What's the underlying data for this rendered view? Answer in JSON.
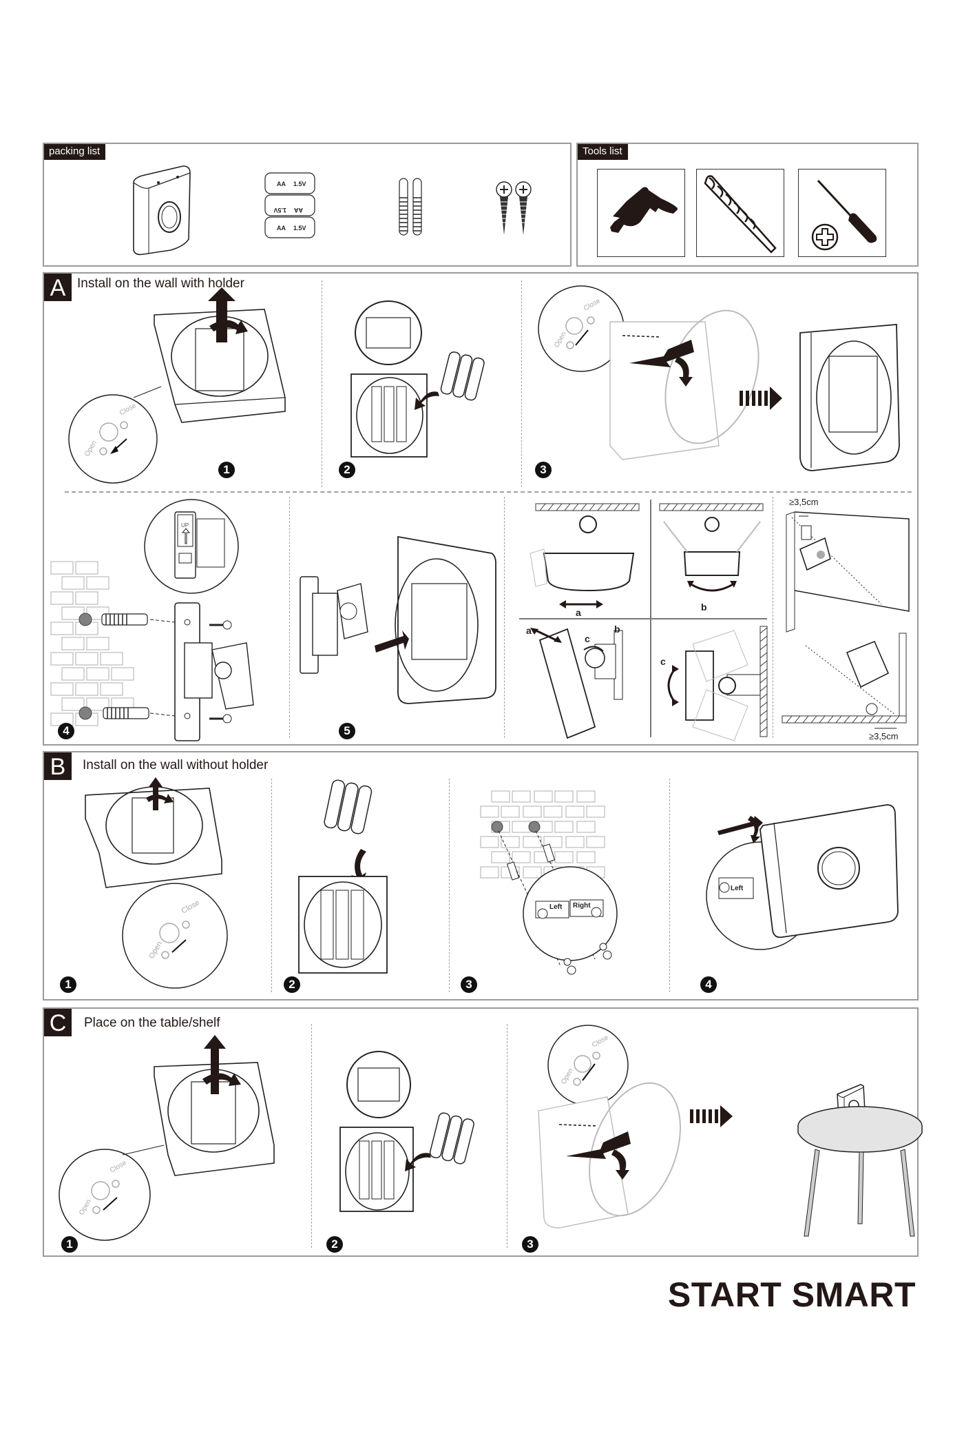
{
  "packing_list": {
    "label": "packing list",
    "items": [
      {
        "name": "sensor-device"
      },
      {
        "name": "aa-batteries",
        "battery_labels": [
          "AA",
          "1.5V"
        ]
      },
      {
        "name": "wall-anchors"
      },
      {
        "name": "screws"
      }
    ]
  },
  "tools_list": {
    "label": "Tools list",
    "items": [
      {
        "name": "electric-drill"
      },
      {
        "name": "drill-bit"
      },
      {
        "name": "phillips-screwdriver"
      }
    ]
  },
  "section_a": {
    "letter": "A",
    "title": "Install on the wall with holder",
    "steps": [
      "1",
      "2",
      "3",
      "4",
      "5"
    ],
    "callout_labels": {
      "open": "Open",
      "close": "Close",
      "up": "UP"
    },
    "adjust_labels": {
      "a": "a",
      "b": "b",
      "c": "c"
    },
    "clearance_top": "≥3,5cm",
    "clearance_bottom": "≥3,5cm"
  },
  "section_b": {
    "letter": "B",
    "title": "Install on the wall without holder",
    "steps": [
      "1",
      "2",
      "3",
      "4"
    ],
    "callout_labels": {
      "open": "Open",
      "close": "Close"
    },
    "bracket_labels": {
      "left": "Left",
      "right": "Right"
    }
  },
  "section_c": {
    "letter": "C",
    "title": "Place on the table/shelf",
    "steps": [
      "1",
      "2",
      "3"
    ],
    "callout_labels": {
      "open": "Open",
      "close": "Close"
    }
  },
  "brand": "START SMART",
  "colors": {
    "ink": "#231815",
    "frame": "#9b9b9b",
    "hole": "#808080"
  }
}
